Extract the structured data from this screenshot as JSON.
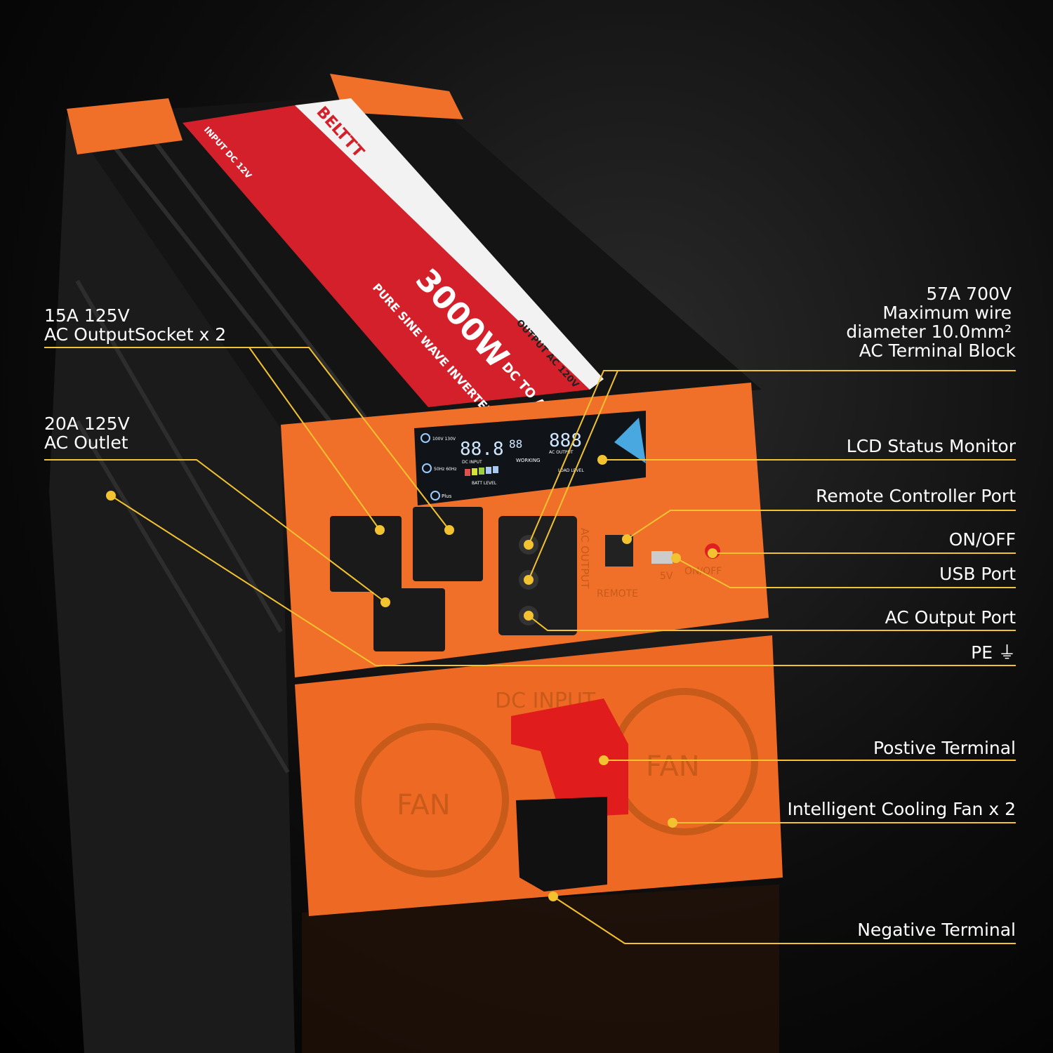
{
  "product": {
    "brand": "BELTTT",
    "model_text": "3000W",
    "subtitle": "DC TO AC",
    "type_text": "PURE SINE WAVE INVERTER",
    "output_text": "OUTPUT AC 120V",
    "input_text": "INPUT DC 12V",
    "panel_labels": {
      "dc_input": "DC INPUT",
      "fan": "FAN",
      "ac_output": "AC OUTPUT",
      "remote": "REMOTE",
      "usb": "5V",
      "onoff": "ON/OFF",
      "lcd_dc_input": "DC INPUT",
      "lcd_ac_output": "AC OUTPUT",
      "lcd_working": "WORKING",
      "lcd_batt_level": "BATT LEVEL",
      "lcd_load_level": "LOAD LEVEL",
      "lcd_digits": "88.8",
      "lcd_digits_out": "888",
      "lcd_small_digits": "88",
      "btn_voltage": "100V 130V",
      "btn_freq": "50Hz 60Hz",
      "btn_plus": "Plus"
    }
  },
  "colors": {
    "callout": "#f2c230",
    "body_orange": "#f0702a",
    "label_red": "#d4202a",
    "lcd_bg": "#101418",
    "background": "#0d0d0d"
  },
  "callouts": {
    "left": [
      {
        "lines": [
          "15A 125V",
          "AC OutputSocket x 2"
        ]
      },
      {
        "lines": [
          "20A 125V",
          "AC Outlet"
        ]
      }
    ],
    "right": [
      {
        "lines": [
          "57A 700V",
          "Maximum wire",
          "diameter 10.0mm²",
          "AC Terminal Block"
        ]
      },
      {
        "lines": [
          "LCD Status Monitor"
        ]
      },
      {
        "lines": [
          "Remote Controller Port"
        ]
      },
      {
        "lines": [
          "ON/OFF"
        ]
      },
      {
        "lines": [
          "USB Port"
        ]
      },
      {
        "lines": [
          "AC Output Port"
        ]
      },
      {
        "lines": [
          "PE ⏚"
        ]
      },
      {
        "lines": [
          "Postive Terminal"
        ]
      },
      {
        "lines": [
          "Intelligent Cooling Fan x 2"
        ]
      },
      {
        "lines": [
          "Negative Terminal"
        ]
      }
    ]
  }
}
